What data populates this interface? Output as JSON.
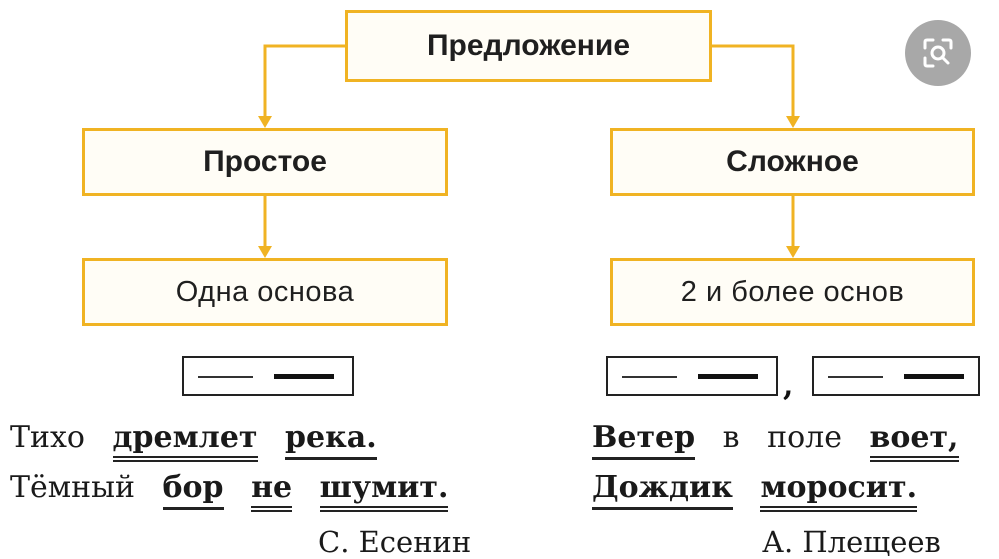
{
  "diagram": {
    "root": "Предложение",
    "left": {
      "title": "Простое",
      "detail": "Одна основа"
    },
    "right": {
      "title": "Сложное",
      "detail": "2 и более основ"
    },
    "comma": ","
  },
  "examples": {
    "left": {
      "line1": [
        "Тихо",
        "дремлет",
        "река."
      ],
      "line2": [
        "Тёмный",
        "бор",
        "не",
        "шумит."
      ],
      "author": "С. Есенин"
    },
    "right": {
      "line1": [
        "Ветер",
        "в",
        "поле",
        "воет,"
      ],
      "line2": [
        "Дождик",
        "моросит."
      ],
      "author": "А. Плещеев"
    }
  },
  "colors": {
    "box_border": "#f0b323",
    "arrow": "#f0b323"
  },
  "icons": {
    "overlay": "lens-search-icon"
  }
}
